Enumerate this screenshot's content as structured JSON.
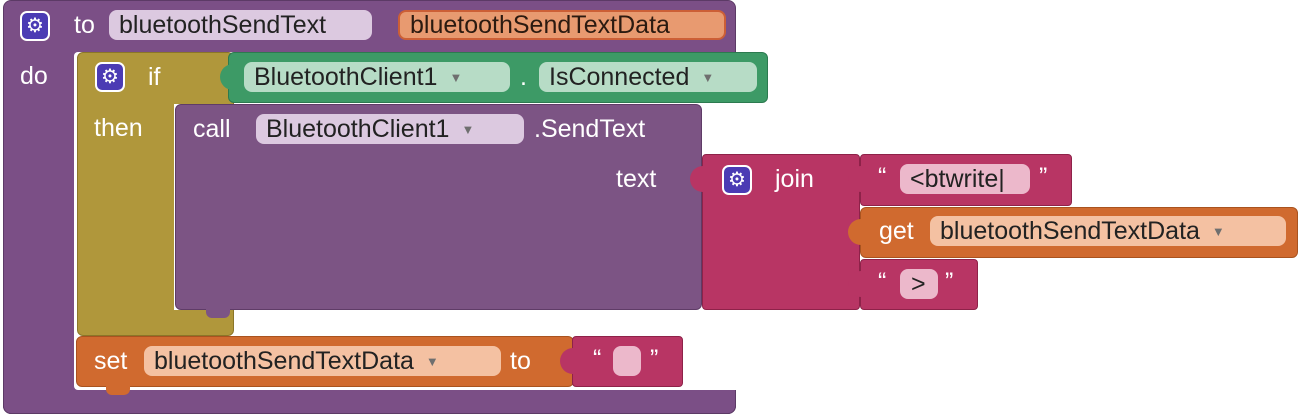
{
  "procedure": {
    "to_label": "to",
    "name": "bluetoothSendText",
    "param": "bluetoothSendTextData",
    "do_label": "do"
  },
  "if_block": {
    "if_label": "if",
    "then_label": "then",
    "component": "BluetoothClient1",
    "dot": ".",
    "property": "IsConnected"
  },
  "call_block": {
    "call_label": "call",
    "component": "BluetoothClient1",
    "method": ".SendText",
    "text_label": "text"
  },
  "join_block": {
    "join_label": "join",
    "str1": "<btwrite|",
    "get_label": "get",
    "get_var": "bluetoothSendTextData",
    "str2": ">"
  },
  "set_block": {
    "set_label": "set",
    "var": "bluetoothSendTextData",
    "to_label": "to",
    "value": ""
  },
  "quotes": {
    "open": "“",
    "close": "”"
  },
  "colors": {
    "procedure": "#7b4f86",
    "control_if": "#b0973b",
    "component_call": "#7c5484",
    "component_getter": "#3d9a66",
    "text": "#b83564",
    "variable": "#d06a2f",
    "gear": "#4b3bb4"
  },
  "icons": {
    "mutator": "gear-icon",
    "dropdown": "dropdown-arrow-icon"
  }
}
